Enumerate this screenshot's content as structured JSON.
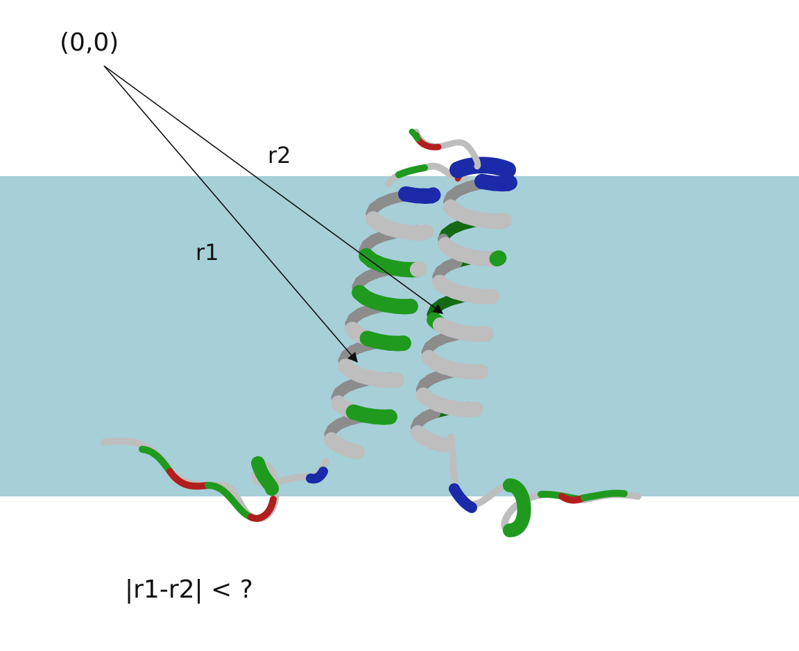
{
  "labels": {
    "origin": "(0,0)",
    "r1": "r1",
    "r2": "r2",
    "question": "|r1-r2| < ?"
  },
  "colors": {
    "membrane": "#a6cfd8",
    "helix_gray": "#bebebe",
    "helix_gray_dark": "#8c8c8c",
    "segment_green": "#1f9a1f",
    "segment_red": "#b21e1e",
    "segment_blue": "#1a2aa8",
    "arrow": "#111111"
  },
  "icons": {
    "protein": "transmembrane-helix-pair-icon"
  }
}
